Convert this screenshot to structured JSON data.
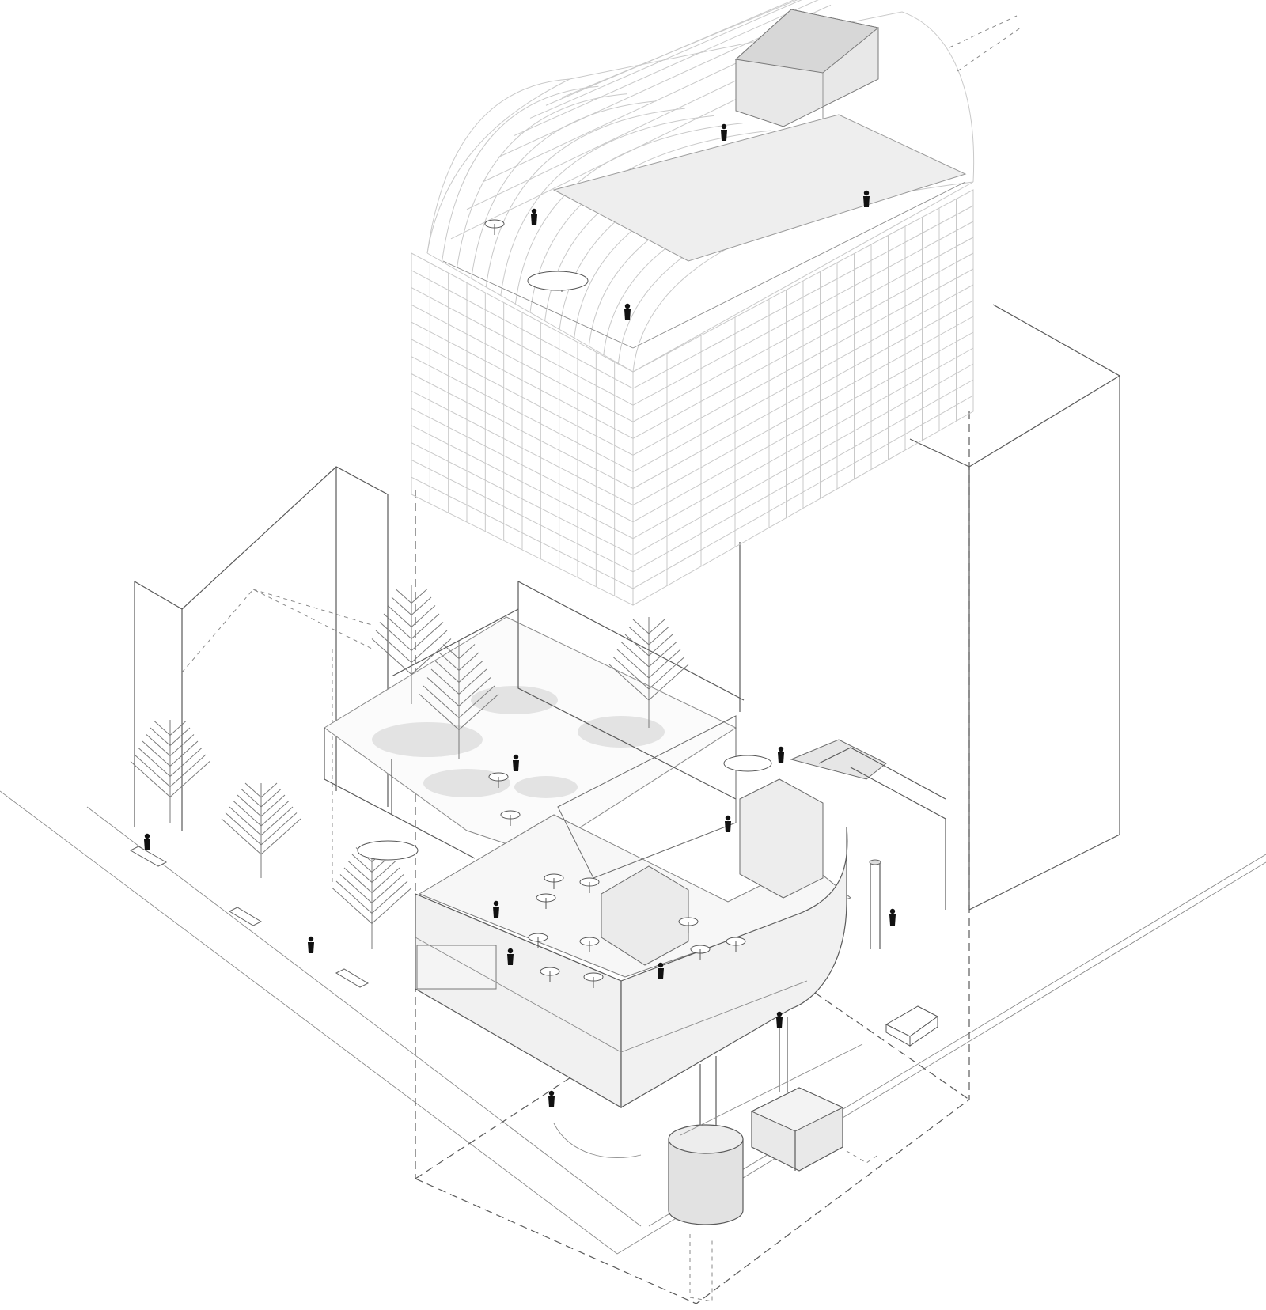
{
  "figure": {
    "type": "axonometric-architectural-drawing",
    "colors": {
      "line": "#5a5a5a",
      "light_line": "#c9c9c9",
      "shade": "#e6e6e6",
      "figure": "#111111",
      "background": "#ffffff"
    },
    "elements": [
      "vaulted-glass-roof",
      "rooftop-penthouse",
      "tower-facade-grid",
      "tall-neighbor-block",
      "left-neighbor-building",
      "courtyard-garden",
      "ground-floor-cafe",
      "circular-column-base",
      "street-car",
      "street-trees",
      "pedestrian-figures",
      "dashed-tower-outline"
    ]
  }
}
